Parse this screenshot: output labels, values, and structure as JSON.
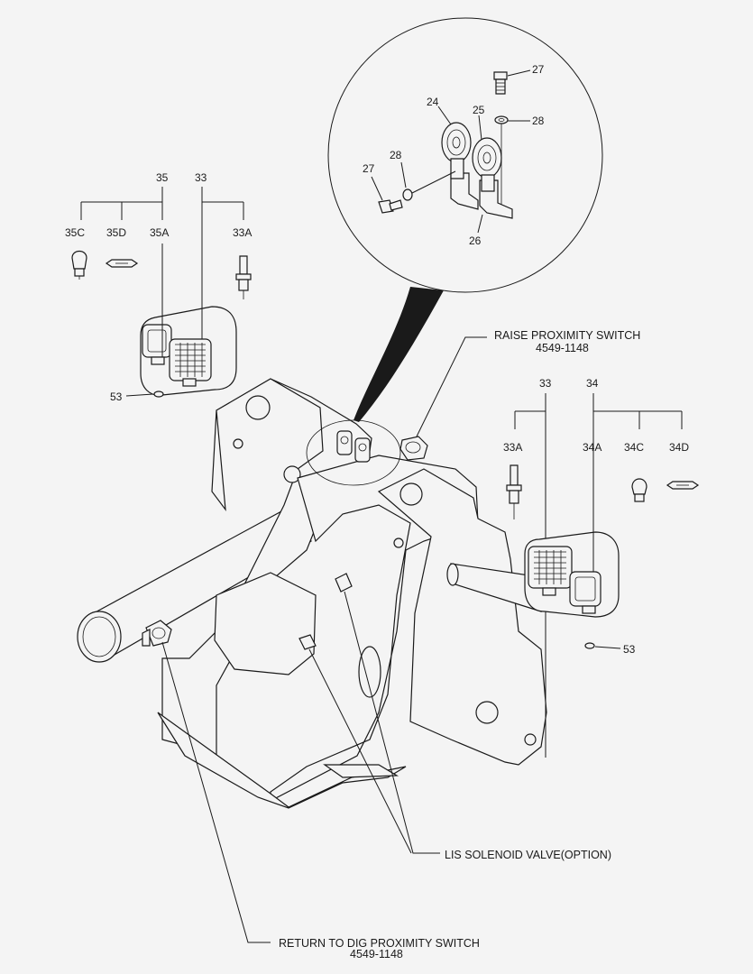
{
  "callouts": {
    "c27_top": "27",
    "c28_top": "28",
    "c24": "24",
    "c25": "25",
    "c28_left": "28",
    "c27_left": "27",
    "c26": "26",
    "c35": "35",
    "c33_left": "33",
    "c35c": "35C",
    "c35d": "35D",
    "c35a": "35A",
    "c33a_left": "33A",
    "c53_left": "53",
    "c33_right": "33",
    "c34": "34",
    "c33a_right": "33A",
    "c34a": "34A",
    "c34c": "34C",
    "c34d": "34D",
    "c53_right": "53"
  },
  "labels": {
    "raise_switch": "RAISE PROXIMITY SWITCH",
    "raise_switch_pn": "4549-1148",
    "lis_valve": "LIS SOLENOID VALVE(OPTION)",
    "return_switch": "RETURN TO DIG PROXIMITY SWITCH",
    "return_switch_pn": "4549-1148"
  }
}
